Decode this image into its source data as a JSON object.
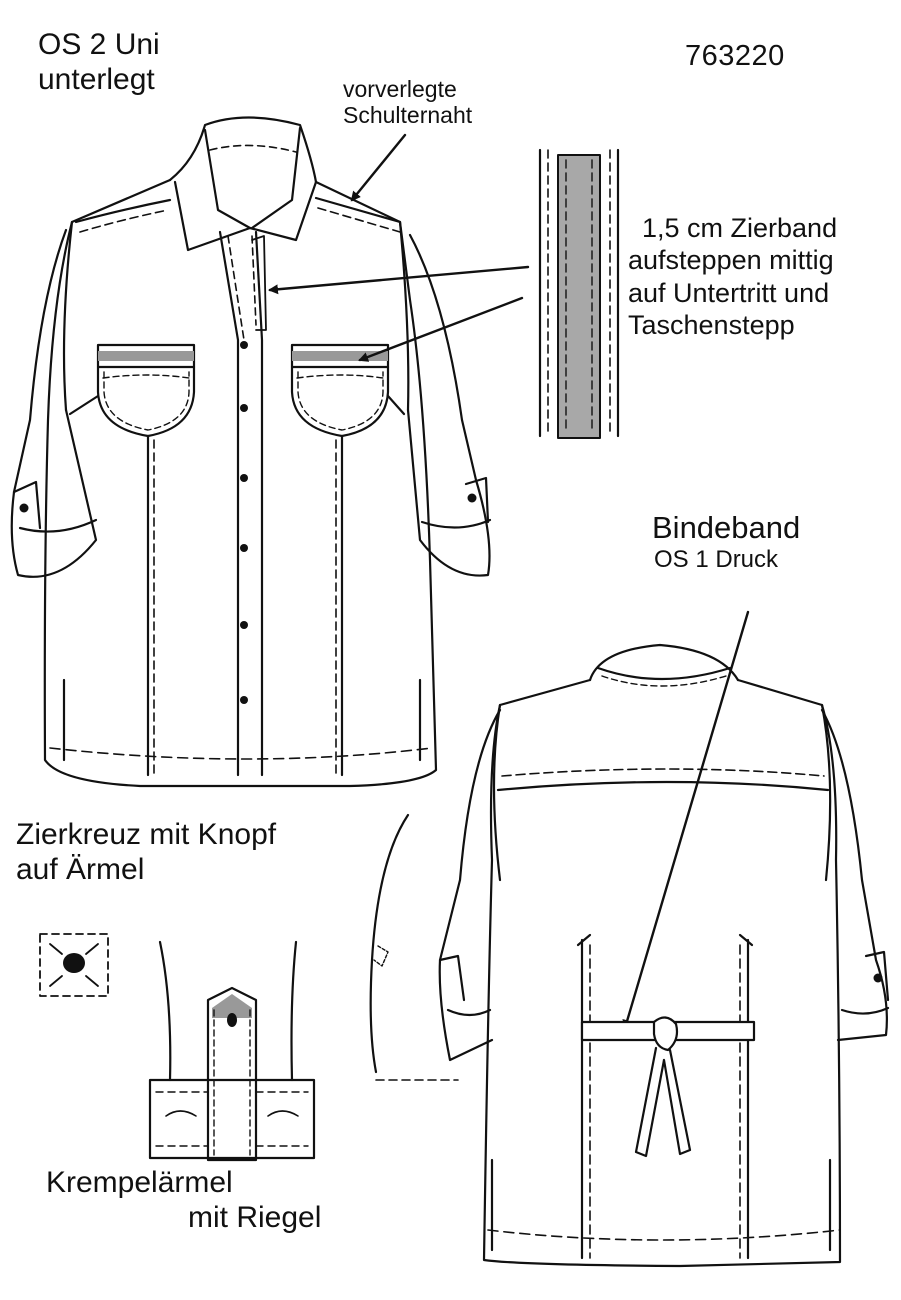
{
  "article_number": "763220",
  "fabric_main": {
    "line1": "OS 2 Uni",
    "line2": "unterlegt"
  },
  "shoulder_note": {
    "line1": "vorverlegte",
    "line2": "Schulternaht"
  },
  "ribbon_note": {
    "line1": "1,5 cm Zierband",
    "line2": "aufsteppen mittig",
    "line3": "auf Untertritt und",
    "line4": "Taschenstepp"
  },
  "tie_note": {
    "line1": "Bindeband",
    "line2": "OS 1 Druck"
  },
  "cross_note": {
    "line1": "Zierkreuz mit Knopf",
    "line2": "auf Ärmel"
  },
  "sleeve_note": {
    "line1": "Krempelärmel",
    "line2": "mit Riegel"
  },
  "colors": {
    "line": "#111111",
    "ribbon_fill": "#a8a8a8",
    "background": "#ffffff"
  }
}
